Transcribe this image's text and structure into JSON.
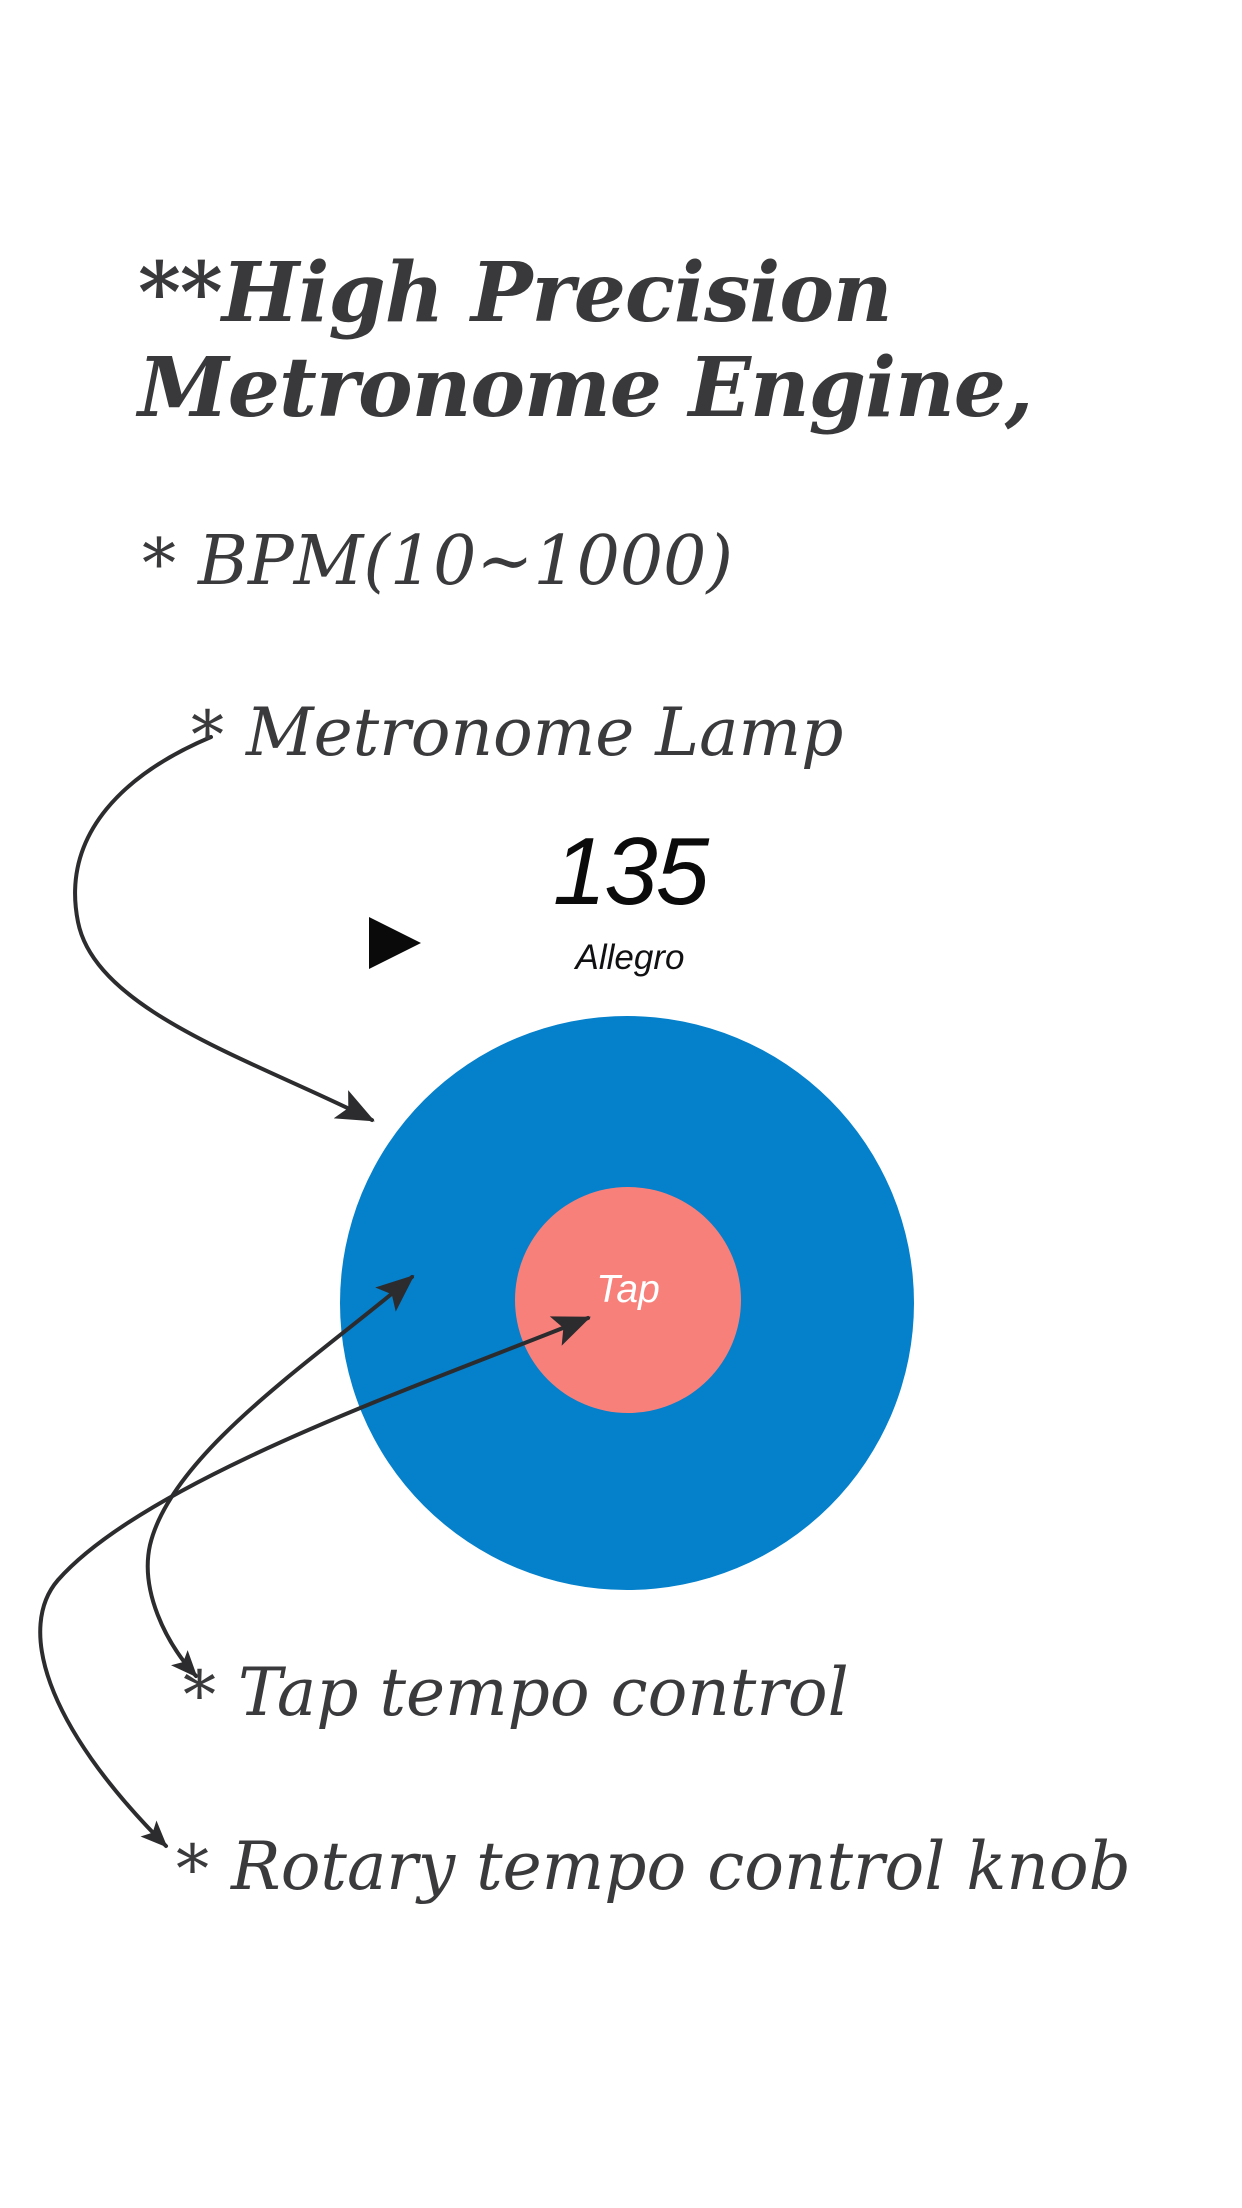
{
  "title": {
    "line1": "**High Precision",
    "line2": "Metronome Engine,"
  },
  "features": {
    "bpm_range": {
      "bullet": "*",
      "label": "BPM(10∼1000)"
    },
    "lamp": {
      "bullet": "*",
      "label": "Metronome Lamp"
    },
    "tap_tempo": {
      "bullet": "*",
      "label": "Tap tempo control"
    },
    "rotary_knob": {
      "bullet": "*",
      "label": "Rotary tempo control knob"
    }
  },
  "display": {
    "bpm_value": "135",
    "tempo_marking": "Allegro"
  },
  "controls": {
    "tap_button_label": "Tap"
  },
  "colors": {
    "knob_blue": "#0580cb",
    "tap_salmon": "#f8807b",
    "ink": "#39393b",
    "arrow": "#2c2c2e",
    "play_black": "#0a0a0a"
  }
}
